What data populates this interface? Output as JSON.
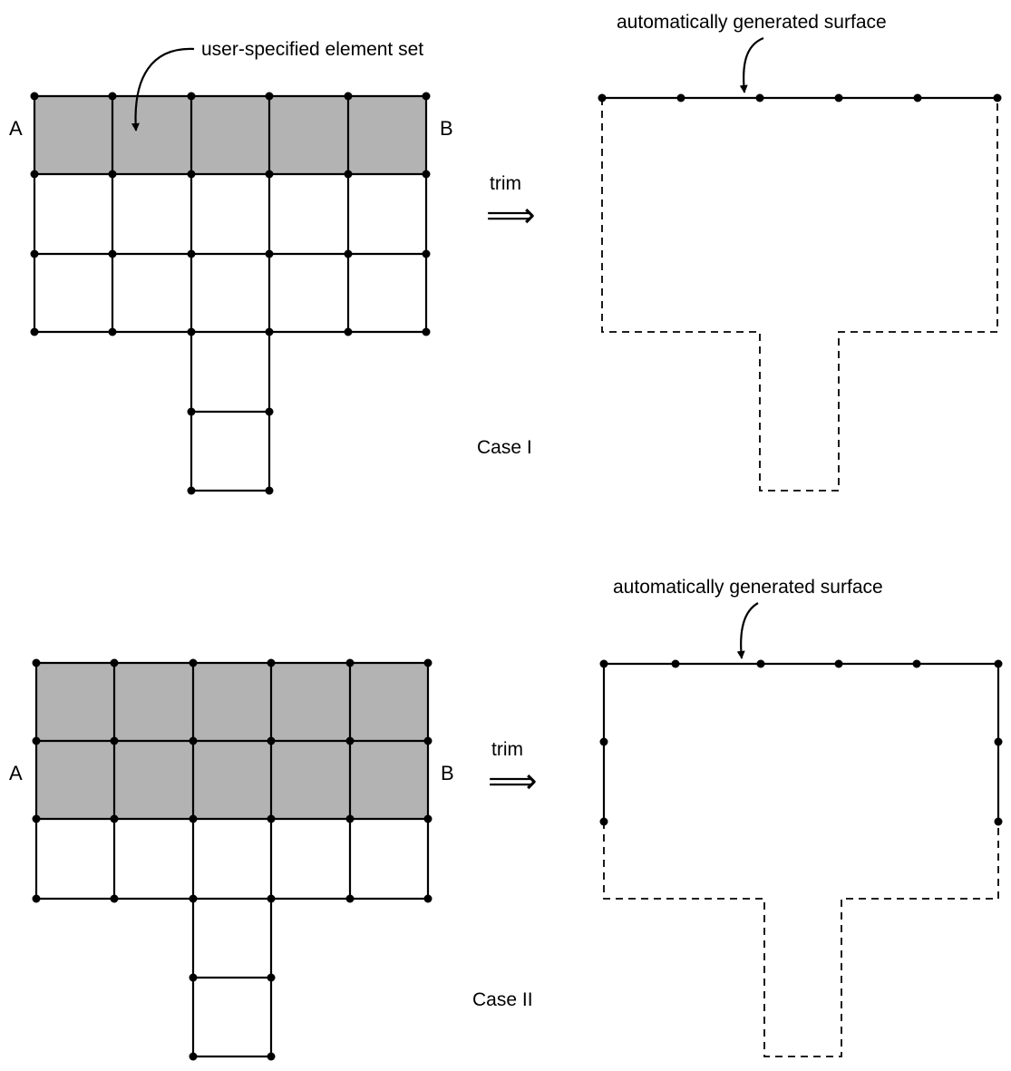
{
  "diagram": {
    "colors": {
      "shade": "#b3b3b3",
      "line": "#000000",
      "background": "#ffffff"
    },
    "case1": {
      "label": "Case I",
      "left_end": "A",
      "right_end": "B",
      "set_label": "user-specified element set",
      "arrow_label": "trim",
      "arrow_symbol": "⟹",
      "surface_label": "automatically generated surface"
    },
    "case2": {
      "label": "Case II",
      "left_end": "A",
      "right_end": "B",
      "arrow_label": "trim",
      "arrow_symbol": "⟹",
      "surface_label": "automatically generated surface"
    }
  }
}
